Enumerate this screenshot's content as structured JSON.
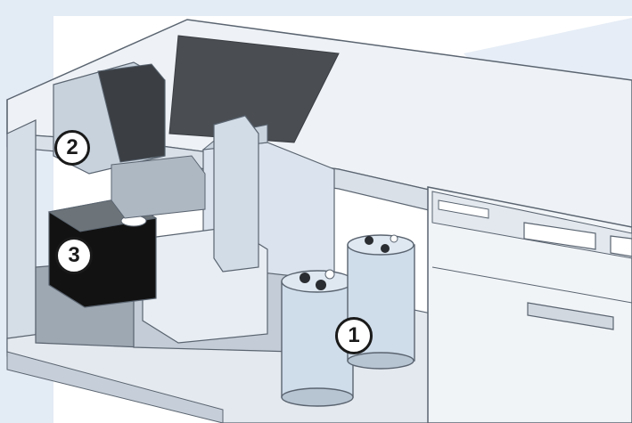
{
  "callouts": {
    "one": "1",
    "two": "2",
    "three": "3"
  },
  "colors": {
    "bg_arc": "#dfe8f3",
    "cabinet_light": "#eef2f6",
    "cabinet_mid": "#d5dde6",
    "cabinet_dark": "#b7c1cc",
    "cavity_dark": "#4a4e53",
    "tank_black": "#121212",
    "cylinder_blue": "#cfdcea",
    "outline": "#5a6470"
  },
  "icons": {
    "callout_shape": "circle-number-badge"
  }
}
